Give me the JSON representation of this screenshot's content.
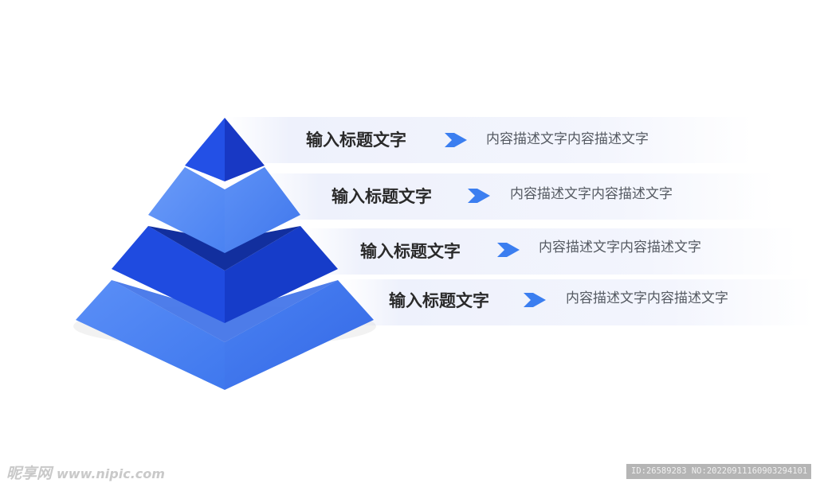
{
  "colors": {
    "apex_dark": "#1b3fd0",
    "light_blue": "#4d84f4",
    "dark_blue": "#1a45d6",
    "arrow": "#3b7ef0",
    "band": "#eef1fc"
  },
  "rows": [
    {
      "title": "输入标题文字",
      "description": "内容描述文字内容描述文字"
    },
    {
      "title": "输入标题文字",
      "description": "内容描述文字内容描述文字"
    },
    {
      "title": "输入标题文字",
      "description": "内容描述文字内容描述文字"
    },
    {
      "title": "输入标题文字",
      "description": "内容描述文字内容描述文字"
    }
  ],
  "arrow_icon": "arrow-right-icon",
  "watermark": {
    "left_brand": "昵享网",
    "left_site": "www.nipic.com",
    "right_id": "ID:26589283 NO:20220911160903294101"
  }
}
